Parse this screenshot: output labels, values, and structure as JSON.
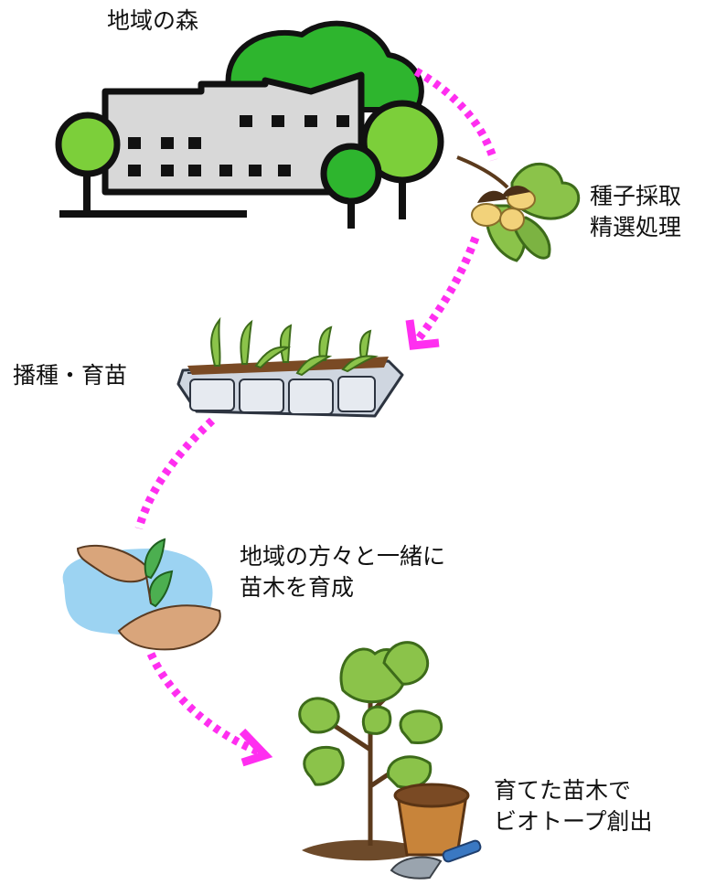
{
  "steps": {
    "forest": {
      "label": "地域の森"
    },
    "seed": {
      "line1": "種子採取",
      "line2": "精選処理"
    },
    "sowing": {
      "label": "播種・育苗"
    },
    "growing": {
      "line1": "地域の方々と一緒に",
      "line2": "苗木を育成"
    },
    "biotope": {
      "line1": "育てた苗木で",
      "line2": "ビオトープ創出"
    }
  },
  "colors": {
    "arrow": "#ff2ef0",
    "tree_green": "#2eb52e",
    "tree_light": "#7ccf3a",
    "building_fill": "#d8d8d8",
    "leaf_green": "#8bc34a",
    "soil": "#7a4a24",
    "pot": "#c8843a",
    "water": "#9cd3f2",
    "skin": "#d9a57b"
  },
  "icons": [
    "building-with-trees-icon",
    "acorn-branch-icon",
    "seedling-tray-icon",
    "hands-with-seedlings-icon",
    "oak-sapling-icon",
    "plant-pot-icon",
    "trowel-icon"
  ]
}
